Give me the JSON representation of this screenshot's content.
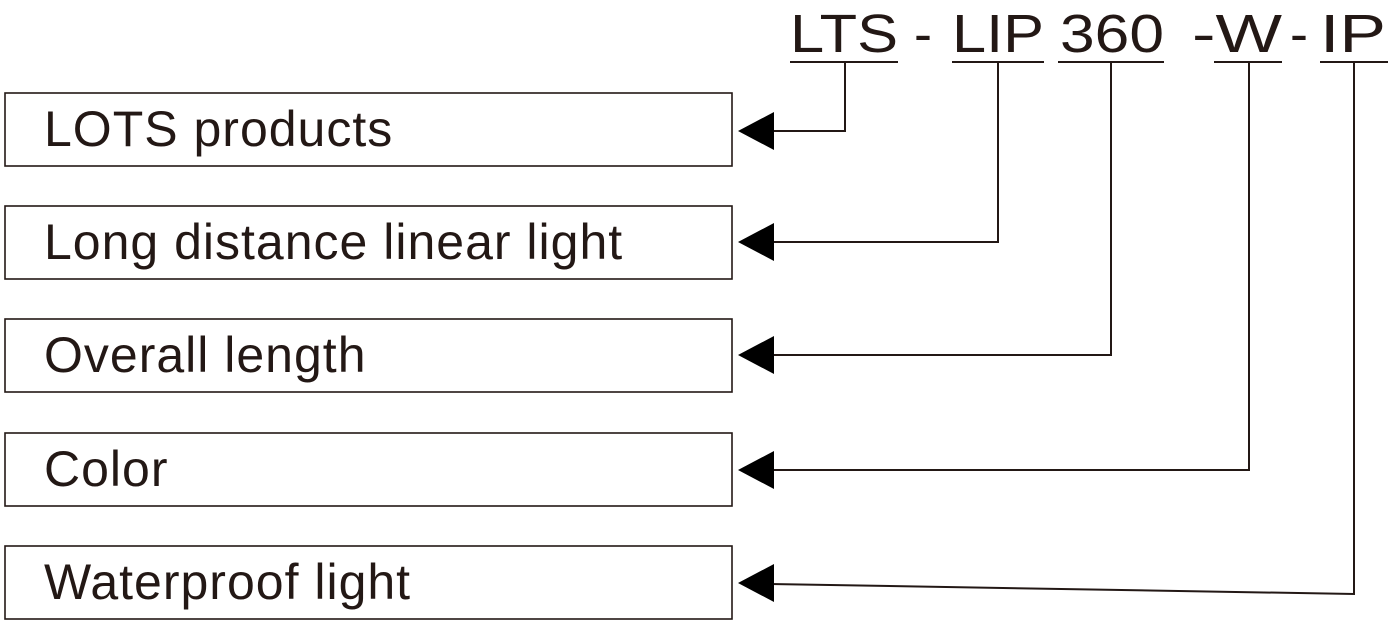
{
  "code": {
    "segments": [
      {
        "text": "LTS",
        "underlined": true
      },
      {
        "text": "-",
        "underlined": false
      },
      {
        "text": "LIP",
        "underlined": true
      },
      {
        "text": "360",
        "underlined": true
      },
      {
        "text": "-W",
        "underlined": true
      },
      {
        "text": "-",
        "underlined": false
      },
      {
        "text": "IP",
        "underlined": true
      }
    ]
  },
  "labels": [
    "LOTS products",
    "Long distance linear light",
    "Overall length",
    "Color",
    "Waterproof light"
  ],
  "colors": {
    "ink": "#231815",
    "arrow": "#000000",
    "background": "#ffffff"
  }
}
